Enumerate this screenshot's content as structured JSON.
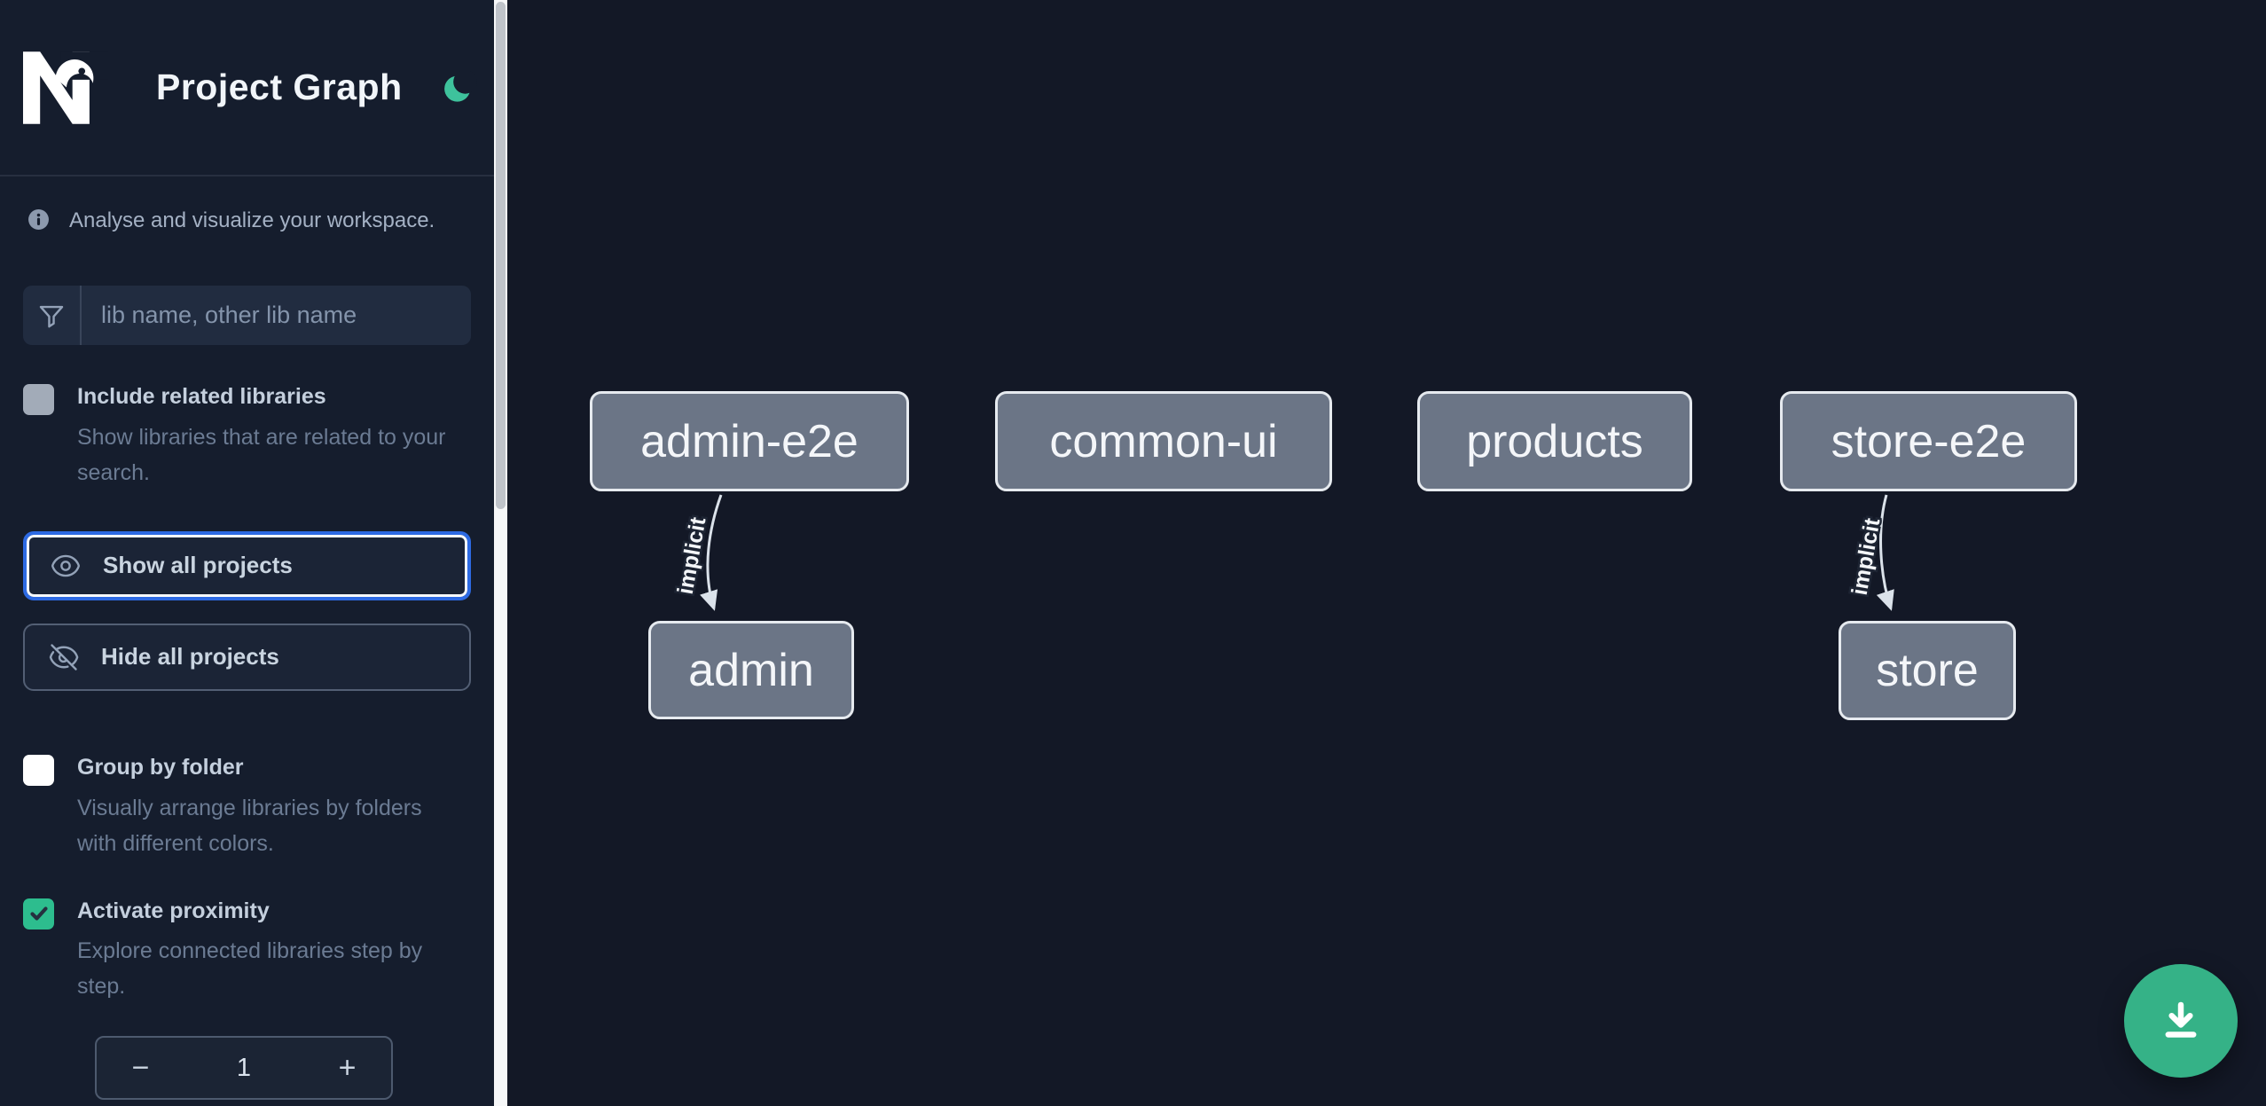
{
  "app": {
    "title": "Project Graph",
    "logo": "nx-logo",
    "theme_icon": "moon"
  },
  "sidebar": {
    "info_text": "Analyse and visualize your workspace.",
    "search": {
      "placeholder": "lib name, other lib name"
    },
    "include_related": {
      "label": "Include related libraries",
      "description": "Show libraries that are related to your search.",
      "checked": false
    },
    "show_all": {
      "label": "Show all projects"
    },
    "hide_all": {
      "label": "Hide all projects"
    },
    "group_by_folder": {
      "label": "Group by folder",
      "description": "Visually arrange libraries by folders with different colors.",
      "checked": false
    },
    "activate_proximity": {
      "label": "Activate proximity",
      "description": "Explore connected libraries step by step.",
      "checked": true
    },
    "proximity_stepper": {
      "decrease": "−",
      "value": "1",
      "increase": "+"
    }
  },
  "graph": {
    "nodes": [
      {
        "label": "admin-e2e"
      },
      {
        "label": "common-ui"
      },
      {
        "label": "products"
      },
      {
        "label": "store-e2e"
      },
      {
        "label": "admin"
      },
      {
        "label": "store"
      }
    ],
    "edges": [
      {
        "from": "admin-e2e",
        "to": "admin",
        "label": "implicit"
      },
      {
        "from": "store-e2e",
        "to": "store",
        "label": "implicit"
      }
    ]
  },
  "fab": {
    "icon": "download"
  },
  "colors": {
    "accent_green": "#35b287",
    "focus_blue": "#2d6ae3",
    "node_fill": "#6b7586",
    "sidebar_bg": "#151d2d",
    "canvas_bg": "#131826"
  }
}
